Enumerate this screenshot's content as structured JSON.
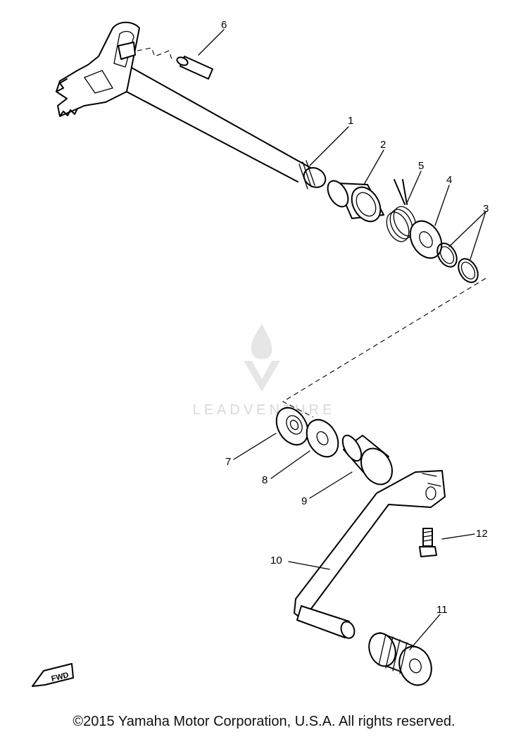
{
  "watermark": {
    "text": "LEADVENTURE"
  },
  "callouts": [
    "1",
    "2",
    "3",
    "4",
    "5",
    "6",
    "7",
    "8",
    "9",
    "10",
    "11",
    "12"
  ],
  "direction_marker": {
    "text": "FWD"
  },
  "footer": {
    "copyright": "©2015 Yamaha Motor Corporation, U.S.A. All rights reserved."
  }
}
